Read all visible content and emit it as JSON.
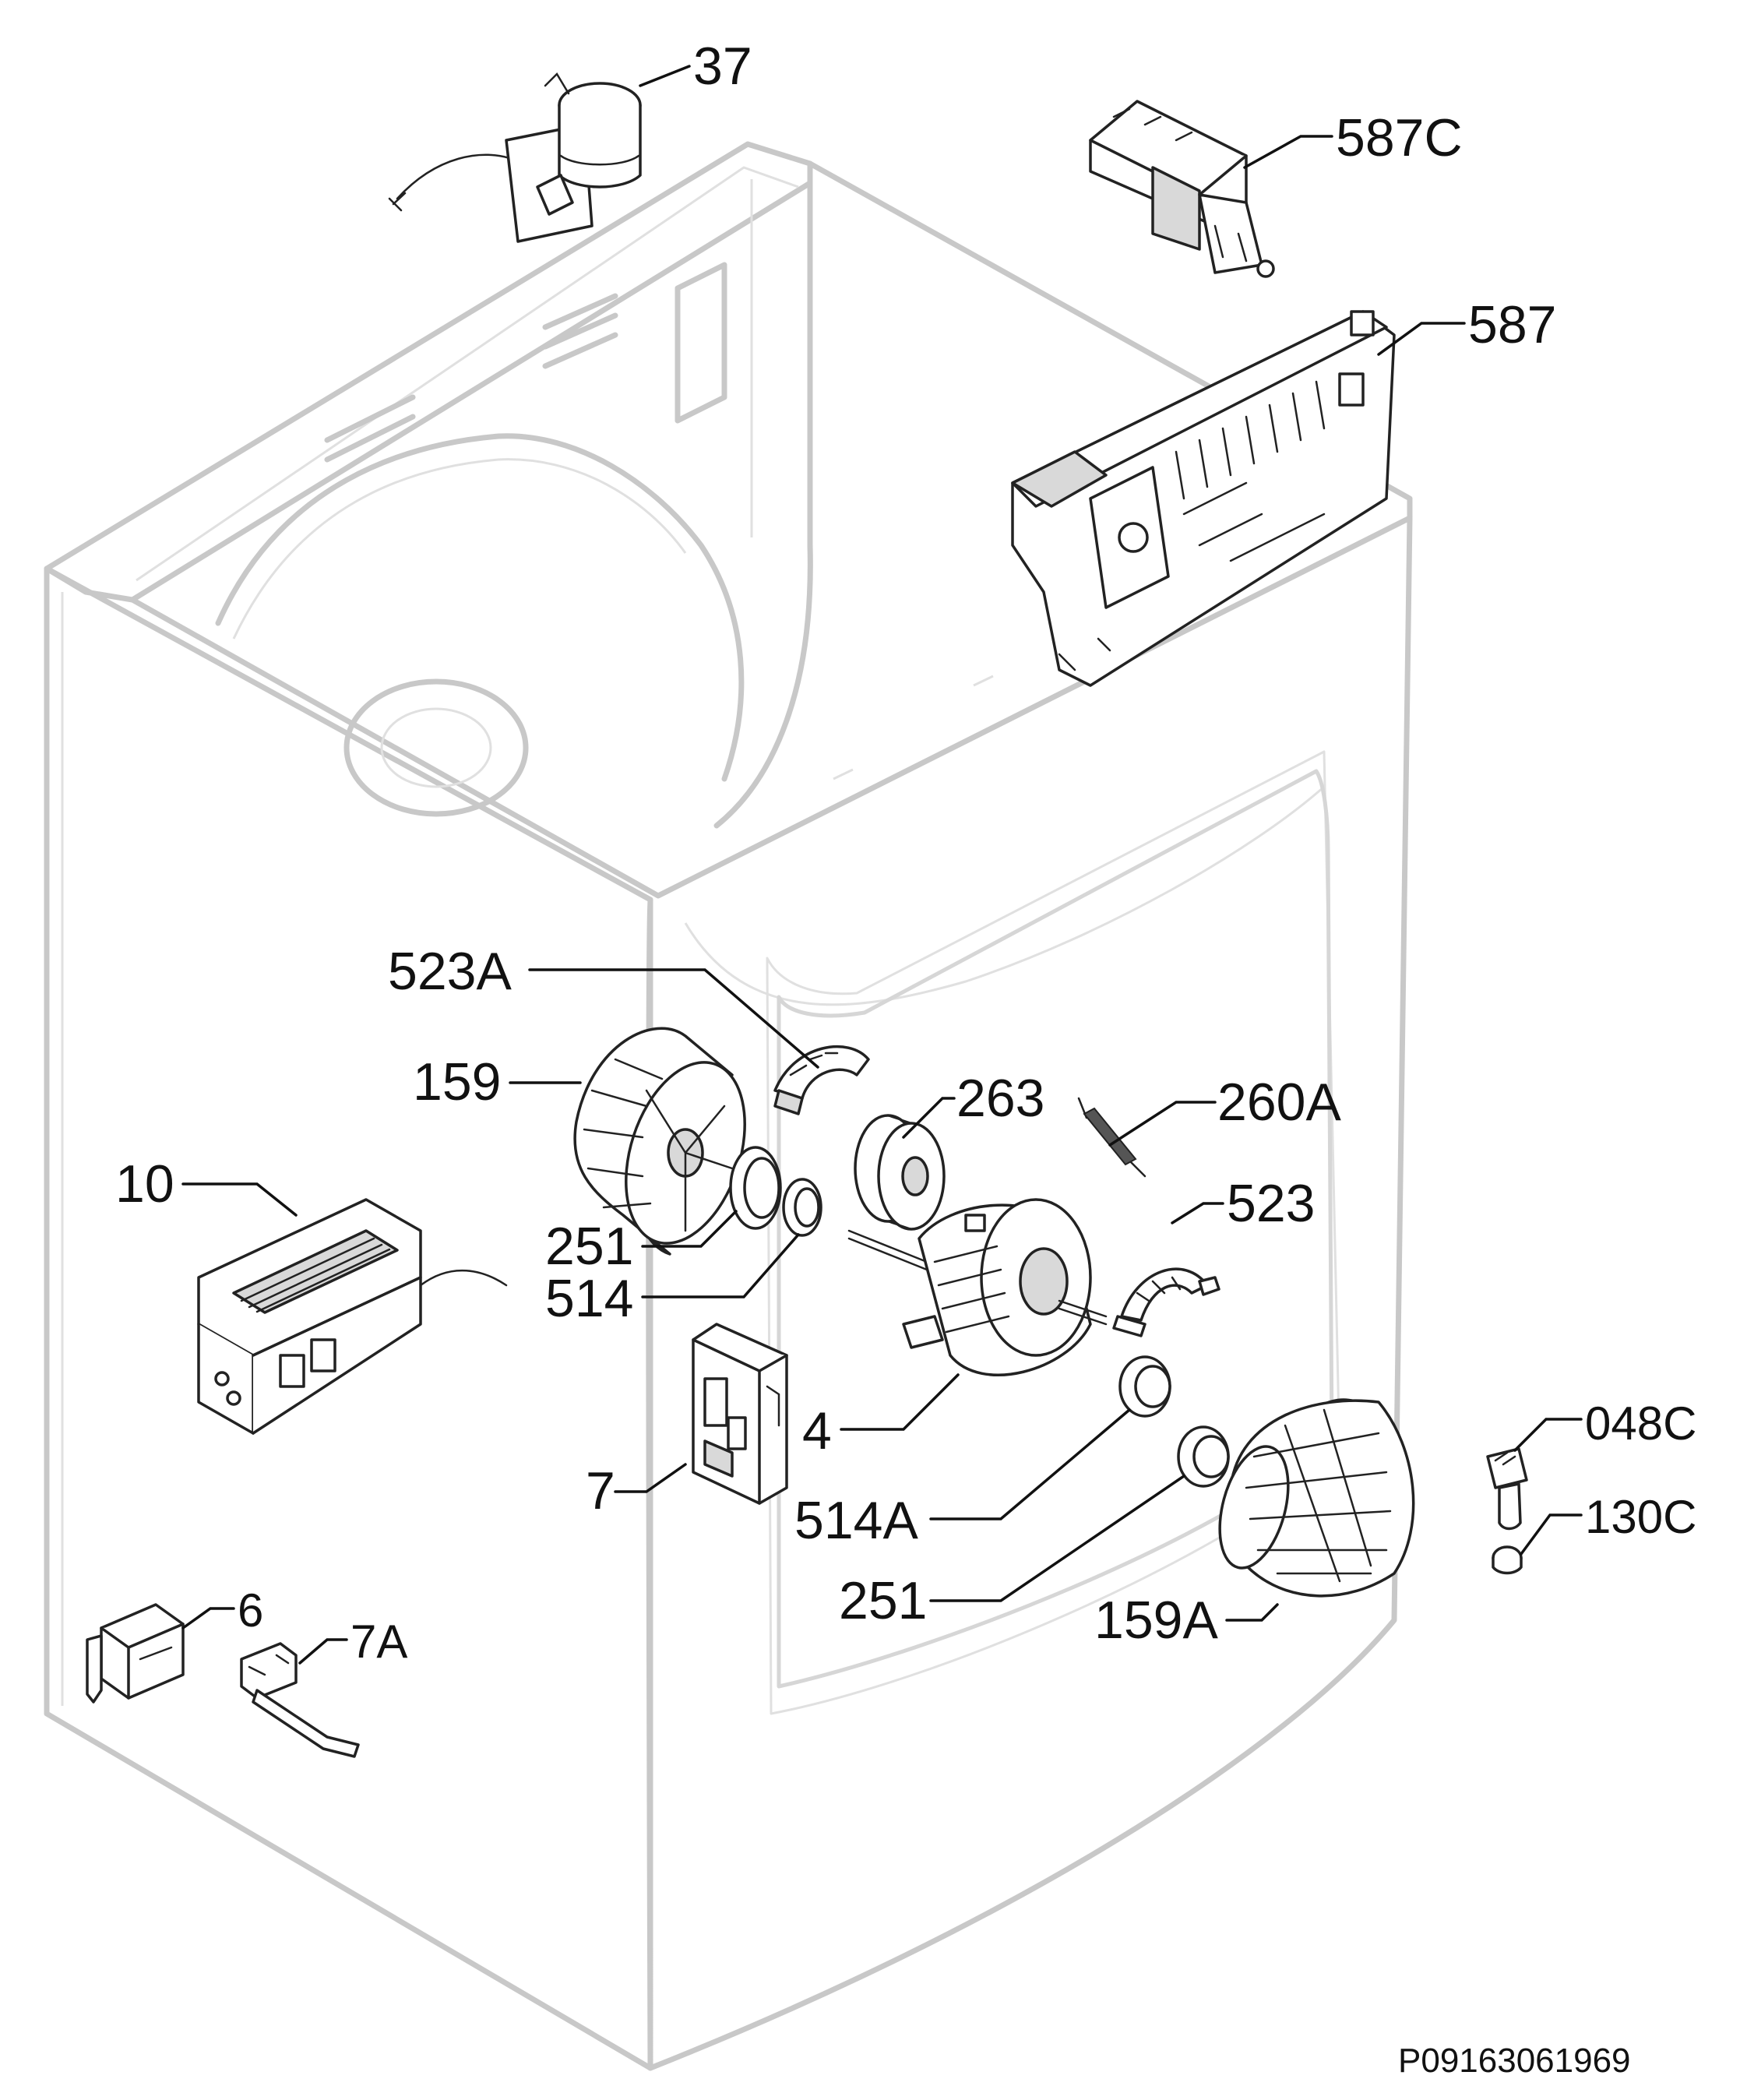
{
  "colors": {
    "background": "#ffffff",
    "cabinet_outline": "#c8c8c8",
    "part_stroke": "#222222",
    "label_text": "#111111"
  },
  "parts": [
    {
      "id": "p37",
      "label": "37",
      "name": "capacitor"
    },
    {
      "id": "p587c",
      "label": "587C",
      "name": "control-module"
    },
    {
      "id": "p587",
      "label": "587",
      "name": "control-board"
    },
    {
      "id": "p523a",
      "label": "523A",
      "name": "motor-clip"
    },
    {
      "id": "p159",
      "label": "159",
      "name": "fan-wheel"
    },
    {
      "id": "p263",
      "label": "263",
      "name": "belt-pulley"
    },
    {
      "id": "p260a",
      "label": "260A",
      "name": "tension-spring"
    },
    {
      "id": "p10",
      "label": "10",
      "name": "heating-element"
    },
    {
      "id": "p251a",
      "label": "251",
      "name": "seal-ring"
    },
    {
      "id": "p514",
      "label": "514",
      "name": "bushing"
    },
    {
      "id": "p523",
      "label": "523",
      "name": "motor-bracket"
    },
    {
      "id": "p4",
      "label": "4",
      "name": "motor"
    },
    {
      "id": "p048c",
      "label": "048C",
      "name": "connector"
    },
    {
      "id": "p130c",
      "label": "130C",
      "name": "cap"
    },
    {
      "id": "p7",
      "label": "7",
      "name": "door-lock"
    },
    {
      "id": "p514a",
      "label": "514A",
      "name": "bushing"
    },
    {
      "id": "p6",
      "label": "6",
      "name": "switch"
    },
    {
      "id": "p7a",
      "label": "7A",
      "name": "micro-switch"
    },
    {
      "id": "p251b",
      "label": "251",
      "name": "seal-ring"
    },
    {
      "id": "p159a",
      "label": "159A",
      "name": "blower-wheel"
    }
  ],
  "reference_code": "P09163061969"
}
